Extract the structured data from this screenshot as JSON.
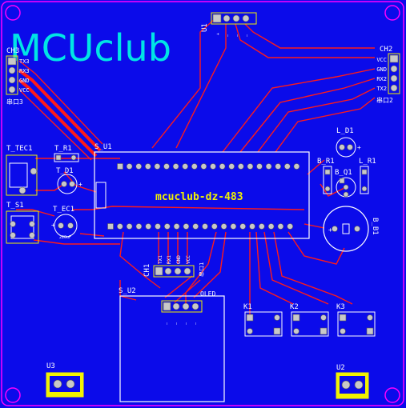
{
  "board": {
    "logo_text": "MCUclub",
    "net_label": "mcuclub-dz-483",
    "colors": {
      "board": "#0b0bea",
      "trace": "#ff1a1a",
      "silk": "#ffffff",
      "cyan": "#00e5e5",
      "outline": "#ff00ff",
      "yellow": "#f2f200",
      "pad": "#c8c8c8"
    }
  },
  "components": {
    "u1": {
      "ref": "U1"
    },
    "ch3": {
      "ref": "CH3",
      "pins": [
        "TX3",
        "RX3",
        "GND",
        "VCC"
      ],
      "foot": "串口3"
    },
    "ch2": {
      "ref": "CH2",
      "pins": [
        "VCC",
        "GND",
        "RX2",
        "TX2"
      ],
      "foot": "串口2"
    },
    "ch1": {
      "ref": "CH1",
      "pins": [
        "TX1",
        "RX1",
        "GND",
        "VCC"
      ],
      "foot": "串口1"
    },
    "t_tec1": {
      "ref": "T_TEC1"
    },
    "t_r1": {
      "ref": "T_R1"
    },
    "t_d1": {
      "ref": "T_D1"
    },
    "t_s1": {
      "ref": "T_S1"
    },
    "t_ec1": {
      "ref": "T_EC1",
      "value": "220uF"
    },
    "s_u1": {
      "ref": "S_U1"
    },
    "s_u2": {
      "ref": "S_U2",
      "label": "OLED"
    },
    "b_r1": {
      "ref": "B_R1"
    },
    "b_q1": {
      "ref": "B_Q1"
    },
    "l_d1": {
      "ref": "L_D1"
    },
    "l_r1": {
      "ref": "L_R1"
    },
    "b_b1": {
      "ref": "B_B1"
    },
    "k1": {
      "ref": "K1"
    },
    "k2": {
      "ref": "K2"
    },
    "k3": {
      "ref": "K3"
    },
    "u3": {
      "ref": "U3"
    },
    "u2": {
      "ref": "U2"
    }
  }
}
